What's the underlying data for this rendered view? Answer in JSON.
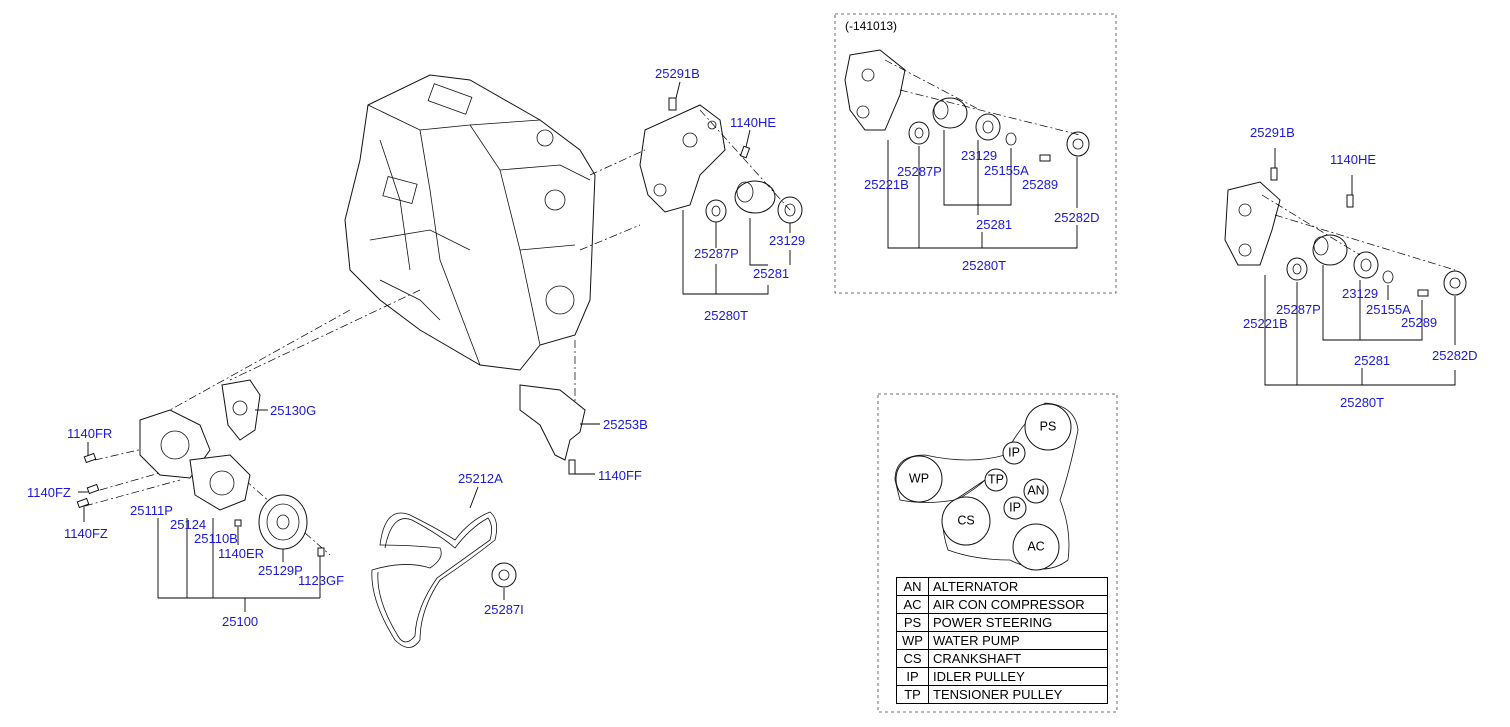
{
  "parts": {
    "p25291B_a": "25291B",
    "p1140HE_a": "1140HE",
    "p25287P_a": "25287P",
    "p23129_a": "23129",
    "p25281_a": "25281",
    "p25280T_a": "25280T",
    "p25130G": "25130G",
    "p25253B": "25253B",
    "p1140FF": "1140FF",
    "p1140FR": "1140FR",
    "p1140FZ_a": "1140FZ",
    "p1140FZ_b": "1140FZ",
    "p25111P": "25111P",
    "p25124": "25124",
    "p25110B": "25110B",
    "p1140ER": "1140ER",
    "p25129P": "25129P",
    "p1123GF": "1123GF",
    "p25100": "25100",
    "p25212A": "25212A",
    "p25287I": "25287I",
    "p25287P_b": "25287P",
    "p23129_b": "23129",
    "p25155A_b": "25155A",
    "p25289_b": "25289",
    "p25221B_b": "25221B",
    "p25281_b": "25281",
    "p25282D_b": "25282D",
    "p25280T_b": "25280T",
    "p25291B_c": "25291B",
    "p1140HE_c": "1140HE",
    "p25221B_c": "25221B",
    "p25287P_c": "25287P",
    "p23129_c": "23129",
    "p25155A_c": "25155A",
    "p25289_c": "25289",
    "p25281_c": "25281",
    "p25282D_c": "25282D",
    "p25280T_c": "25280T"
  },
  "variant_note": "(-141013)",
  "belt_routing": {
    "pulleys": [
      "PS",
      "IP",
      "WP",
      "TP",
      "AN",
      "CS",
      "IP",
      "AC"
    ]
  },
  "legend": [
    {
      "code": "AN",
      "name": "ALTERNATOR"
    },
    {
      "code": "AC",
      "name": "AIR CON COMPRESSOR"
    },
    {
      "code": "PS",
      "name": "POWER STEERING"
    },
    {
      "code": "WP",
      "name": "WATER PUMP"
    },
    {
      "code": "CS",
      "name": "CRANKSHAFT"
    },
    {
      "code": "IP",
      "name": "IDLER PULLEY"
    },
    {
      "code": "TP",
      "name": "TENSIONER PULLEY"
    }
  ]
}
